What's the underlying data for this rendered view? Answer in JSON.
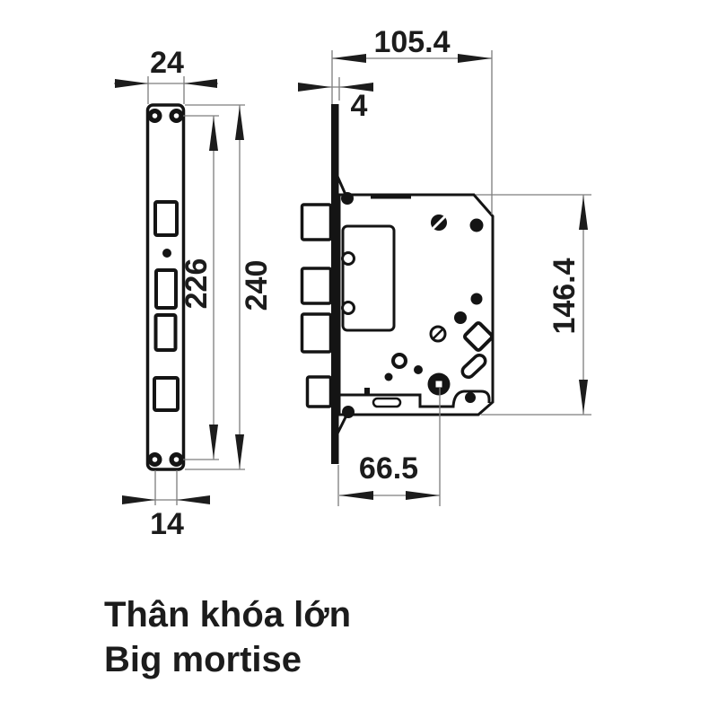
{
  "drawing": {
    "caption": {
      "line1": "Thân khóa lớn",
      "line2": "Big mortise"
    },
    "front_view": {
      "dims": {
        "plate_width": "24",
        "screw_span_height": "226",
        "plate_height": "240",
        "screw_span_width": "14"
      }
    },
    "side_view": {
      "dims": {
        "body_depth": "105.4",
        "faceplate_thickness": "4",
        "body_height": "146.4",
        "backset": "66.5"
      }
    },
    "colors": {
      "background": "#ffffff",
      "ink": "#141414",
      "dimension_line": "#7d7d7d",
      "label": "#1c1c1c"
    }
  }
}
